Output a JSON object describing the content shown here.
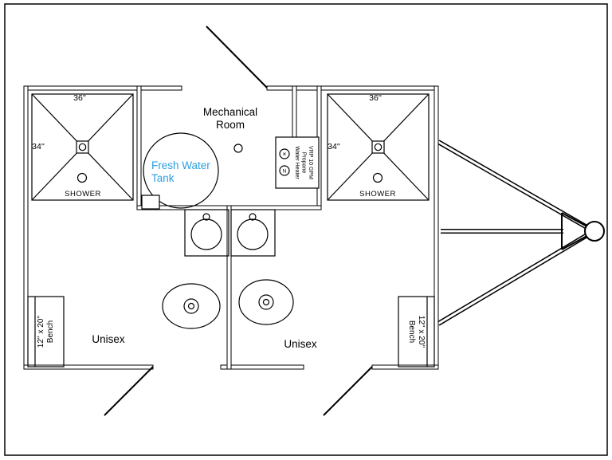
{
  "diagram": {
    "type": "shower-trailer-floor-plan",
    "background": "#ffffff",
    "line_color": "#000000"
  },
  "mechanical_room": {
    "line1": "Mechanical",
    "line2": "Room"
  },
  "fresh_water_tank": {
    "line1": "Fresh Water",
    "line2": "Tank",
    "text_color": "#2b9fe0"
  },
  "water_heater": {
    "line1": "VRP 10 GPM",
    "line2": "Propane",
    "line3": "Water Heater",
    "symbol_left": "✕",
    "symbol_right": "N"
  },
  "shower_left": {
    "width_label": "36''",
    "depth_label": "34''",
    "name": "SHOWER"
  },
  "shower_right": {
    "width_label": "36''",
    "depth_label": "34''",
    "name": "SHOWER"
  },
  "room_left": {
    "label": "Unisex"
  },
  "room_right": {
    "label": "Unisex"
  },
  "bench_left": {
    "line1": "12'' x 20''",
    "line2": "Bench"
  },
  "bench_right": {
    "line1": "12'' x 20''",
    "line2": "Bench"
  }
}
